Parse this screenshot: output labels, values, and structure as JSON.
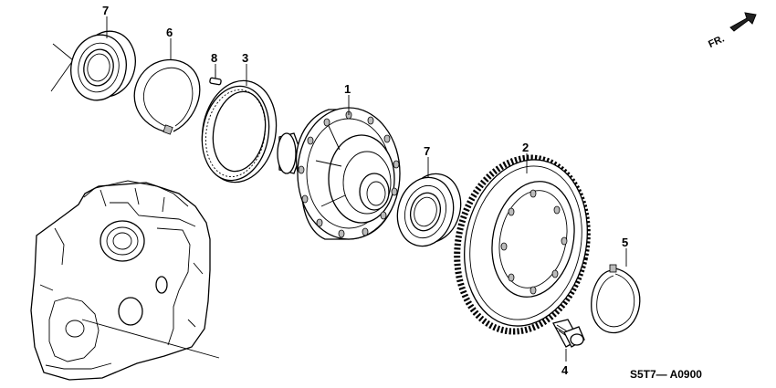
{
  "diagram": {
    "direction_label": "FR.",
    "diagram_code": "S5T7— A0900",
    "parts": [
      {
        "ref": "1",
        "name": "differential-carrier"
      },
      {
        "ref": "2",
        "name": "final-driven-gear"
      },
      {
        "ref": "3",
        "name": "shim-ring"
      },
      {
        "ref": "4",
        "name": "gear-bolt"
      },
      {
        "ref": "5",
        "name": "snap-ring"
      },
      {
        "ref": "6",
        "name": "snap-ring-large"
      },
      {
        "ref": "7",
        "name": "ball-bearing"
      },
      {
        "ref": "8",
        "name": "pin"
      }
    ],
    "callouts": {
      "c7a": "7",
      "c6": "6",
      "c8": "8",
      "c3": "3",
      "c1": "1",
      "c7b": "7",
      "c2": "2",
      "c5": "5",
      "c4": "4"
    }
  }
}
